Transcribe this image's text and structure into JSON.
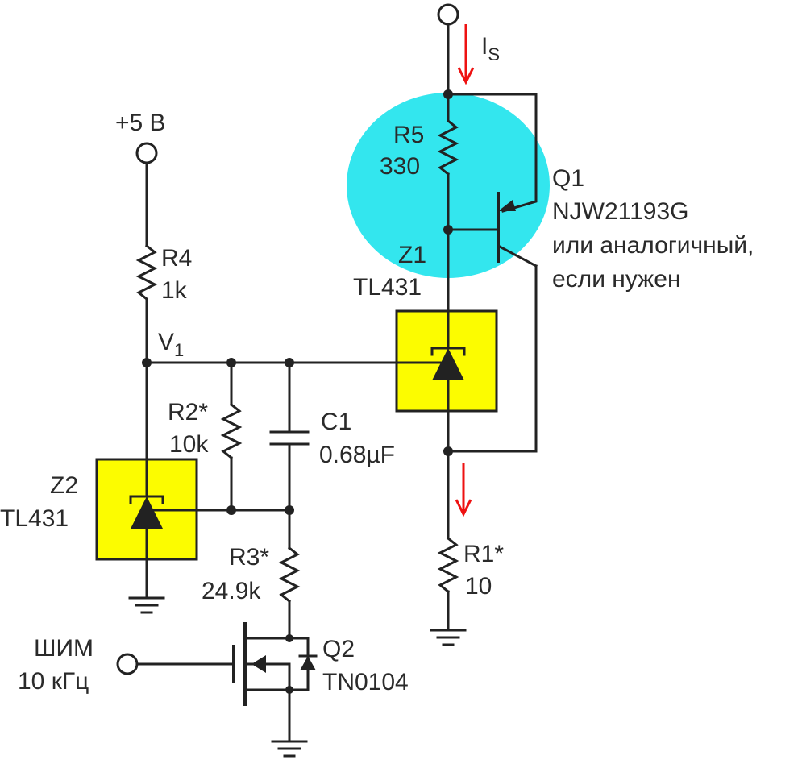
{
  "labels": {
    "is_main": "I",
    "is_sub": "S",
    "plus5": "+5 В",
    "r5_name": "R5",
    "r5_val": "330",
    "r4_name": "R4",
    "r4_val": "1k",
    "v1_main": "V",
    "v1_sub": "1",
    "z1_name": "Z1",
    "z1_part": "TL431",
    "q1_name": "Q1",
    "q1_part": "NJW21193G",
    "q1_note1": "или аналогичный,",
    "q1_note2": "если нужен",
    "r2_name": "R2*",
    "r2_val": "10k",
    "c1_name": "C1",
    "c1_val": "0.68µF",
    "z2_name": "Z2",
    "z2_part": "TL431",
    "r1_name": "R1*",
    "r1_val": "10",
    "r3_name": "R3*",
    "r3_val": "24.9k",
    "pwm1": "ШИМ",
    "pwm2": "10 кГц",
    "q2_name": "Q2",
    "q2_part": "TN0104"
  },
  "colors": {
    "wire": "#222222",
    "highlight": "#33e6ee",
    "tl431_box": "#fcfc00",
    "arrow": "#ee1111",
    "text": "#2a2a2a"
  }
}
